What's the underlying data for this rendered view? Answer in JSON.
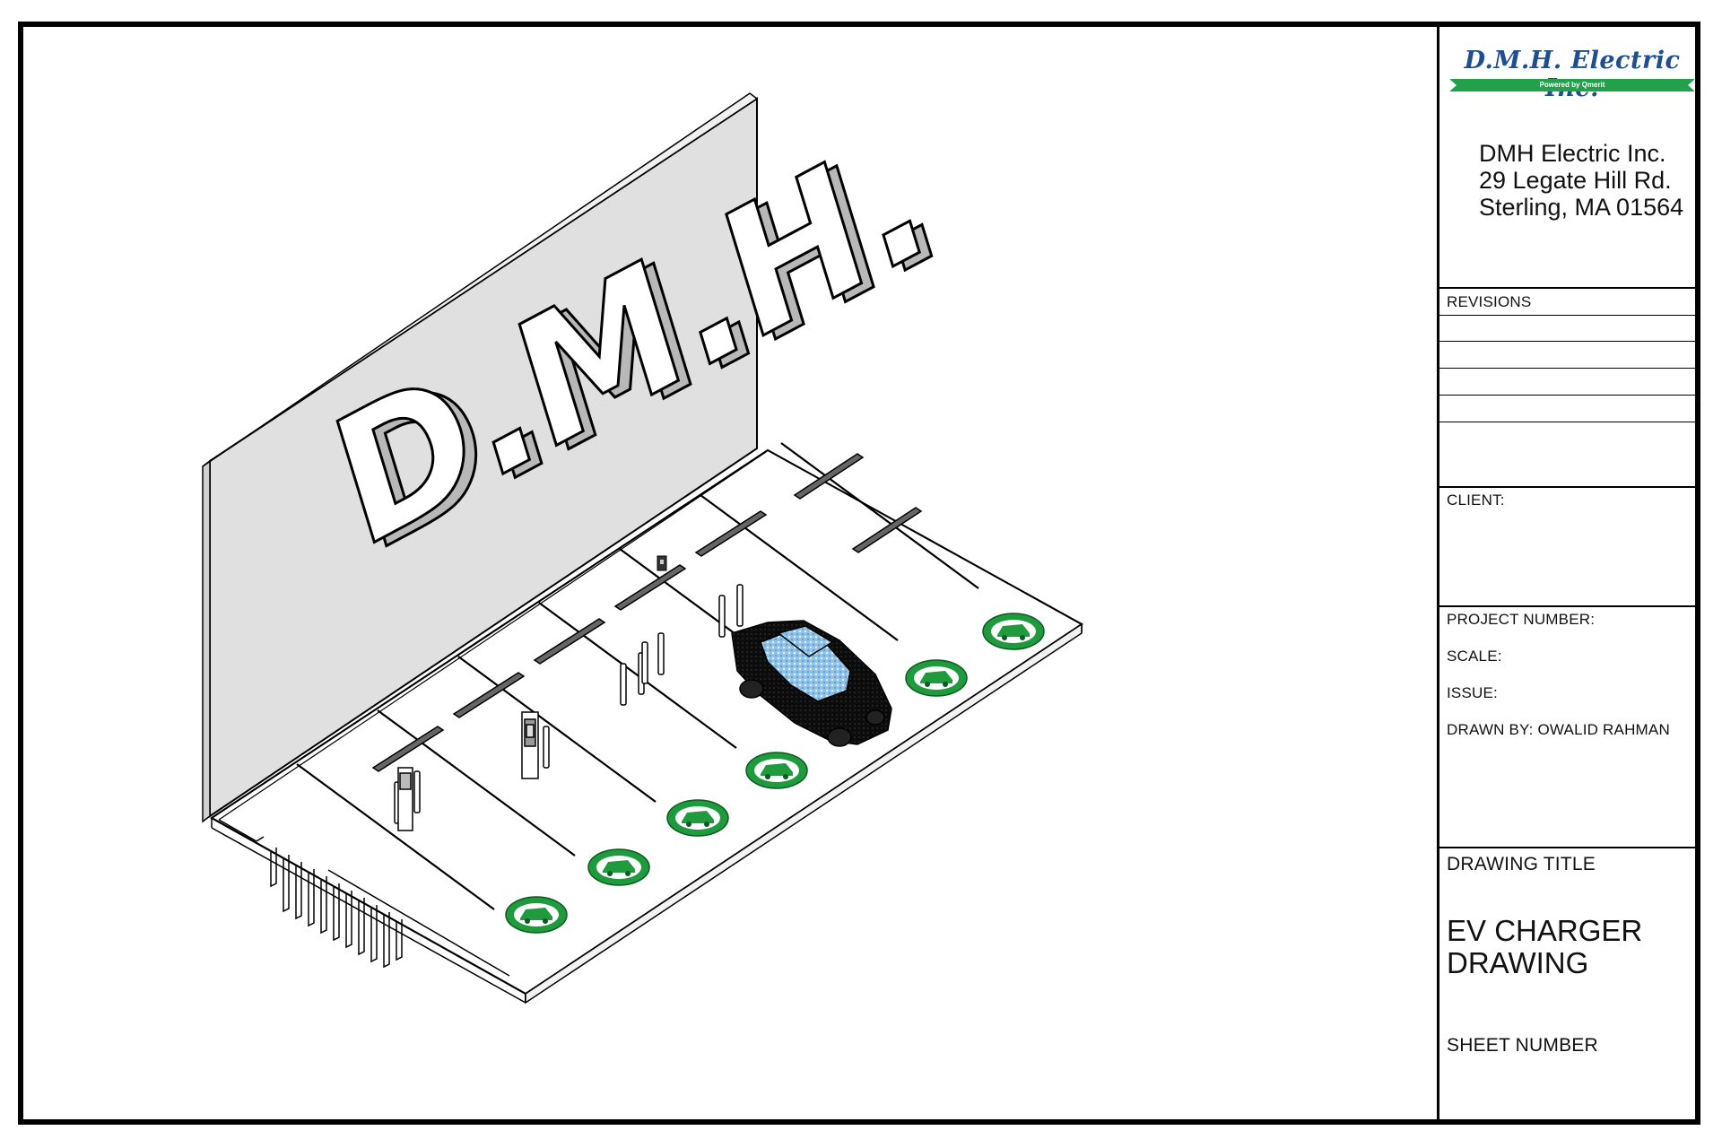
{
  "company": {
    "logo_text": "D.M.H. Electric Inc.",
    "logo_subtext": "Powered by Qmerit",
    "name": "DMH Electric Inc.",
    "street": "29 Legate Hill Rd.",
    "city": "Sterling, MA 01564"
  },
  "titleblock": {
    "revisions_label": "REVISIONS",
    "client_label": "CLIENT:",
    "project_number_label": "PROJECT NUMBER:",
    "scale_label": "SCALE:",
    "issue_label": "ISSUE:",
    "drawn_by_label": "DRAWN BY: OWALID RAHMAN",
    "drawing_title_label": "DRAWING TITLE",
    "drawing_title_line1": "EV CHARGER",
    "drawing_title_line2": "DRAWING",
    "sheet_number_label": "SHEET NUMBER"
  },
  "drawing": {
    "wall_lettering": "D.M.H.",
    "parking_spaces": 7,
    "ev_symbol_color": "#1f9a3c",
    "vehicle_color": "#111111",
    "glass_color": "#8fc3ea",
    "wall_color": "#e0e0e0"
  }
}
